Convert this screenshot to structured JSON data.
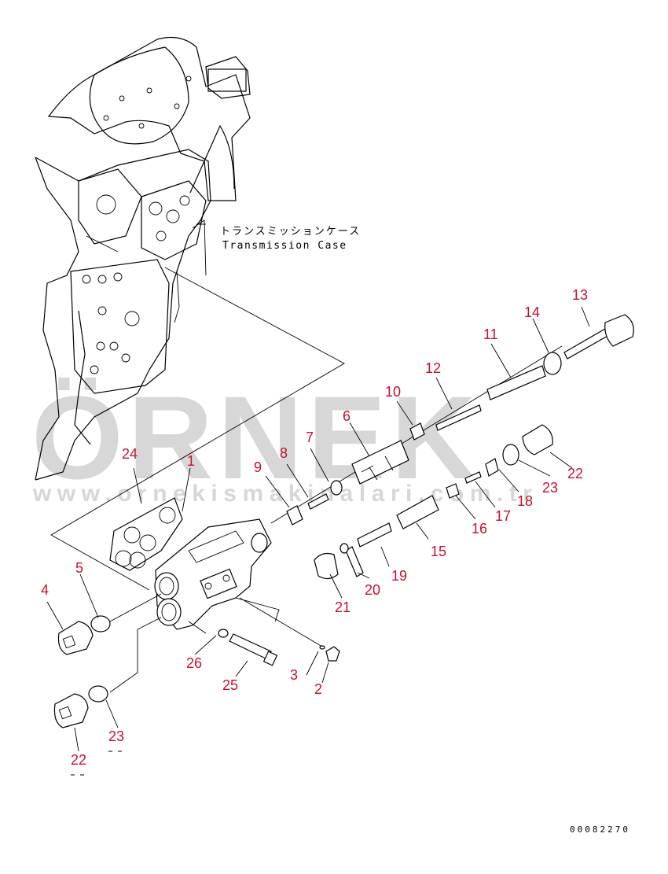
{
  "caption": {
    "jp": "トランスミッションケース",
    "en": "Transmission Case"
  },
  "watermark": {
    "brand": "ÖRNEK",
    "url": "www.ornekismakinalari.com.tr"
  },
  "drawing_number": "00082270",
  "callouts": [
    "1",
    "2",
    "3",
    "4",
    "5",
    "6",
    "7",
    "8",
    "9",
    "10",
    "11",
    "12",
    "13",
    "14",
    "15",
    "16",
    "17",
    "18",
    "19",
    "20",
    "21",
    "22",
    "22",
    "23",
    "23",
    "24",
    "25",
    "26"
  ],
  "colors": {
    "callout": "#c8102e",
    "line": "#000000",
    "watermark": "#d7d7d7"
  }
}
